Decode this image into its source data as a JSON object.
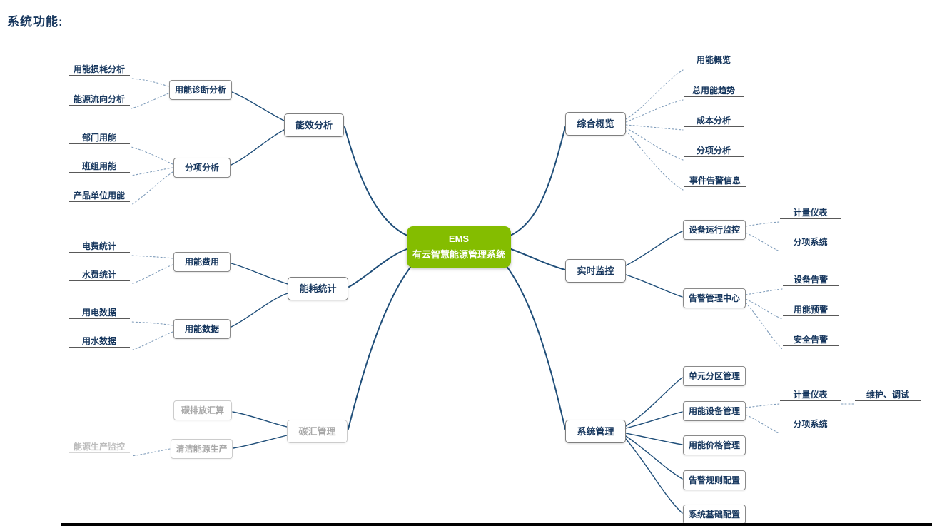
{
  "page": {
    "title": "系统功能:"
  },
  "colors": {
    "center_bg": "#84BD00",
    "center_text": "#FFFFFF",
    "node_text": "#17375E",
    "edge_solid": "#1F4E79",
    "edge_dotted": "#7F9CBA",
    "disabled_text": "#A8A8A8"
  },
  "center": {
    "line1": "EMS",
    "line2": "有云智慧能源管理系统"
  },
  "nodes": {
    "energy_efficiency": {
      "label": "能效分析"
    },
    "diagnosis": {
      "label": "用能诊断分析"
    },
    "loss_analysis": {
      "label": "用能损耗分析"
    },
    "flow_analysis": {
      "label": "能源流向分析"
    },
    "subitem_left": {
      "label": "分项分析"
    },
    "dept_energy": {
      "label": "部门用能"
    },
    "team_energy": {
      "label": "班组用能"
    },
    "product_energy": {
      "label": "产品单位用能"
    },
    "consumption_stats": {
      "label": "能耗统计"
    },
    "energy_cost": {
      "label": "用能费用"
    },
    "elec_fee": {
      "label": "电费统计"
    },
    "water_fee": {
      "label": "水费统计"
    },
    "energy_data": {
      "label": "用能数据"
    },
    "elec_data": {
      "label": "用电数据"
    },
    "water_data": {
      "label": "用水数据"
    },
    "carbon_mgmt": {
      "label": "碳汇管理"
    },
    "carbon_calc": {
      "label": "碳排放汇算"
    },
    "clean_energy": {
      "label": "清洁能源生产"
    },
    "prod_monitor": {
      "label": "能源生产监控"
    },
    "overview": {
      "label": "综合概览"
    },
    "energy_overview": {
      "label": "用能概览"
    },
    "total_trend": {
      "label": "总用能趋势"
    },
    "cost_analysis": {
      "label": "成本分析"
    },
    "subitem_right": {
      "label": "分项分析"
    },
    "event_alarm": {
      "label": "事件告警信息"
    },
    "realtime": {
      "label": "实时监控"
    },
    "device_monitor": {
      "label": "设备运行监控"
    },
    "meter_1": {
      "label": "计量仪表"
    },
    "subsystem_1": {
      "label": "分项系统"
    },
    "alarm_center": {
      "label": "告警管理中心"
    },
    "device_alarm": {
      "label": "设备告警"
    },
    "energy_warning": {
      "label": "用能预警"
    },
    "safety_alarm": {
      "label": "安全告警"
    },
    "system_mgmt": {
      "label": "系统管理"
    },
    "unit_partition": {
      "label": "单元分区管理"
    },
    "device_mgmt": {
      "label": "用能设备管理"
    },
    "meter_2": {
      "label": "计量仪表"
    },
    "maintenance": {
      "label": "维护、调试"
    },
    "subsystem_2": {
      "label": "分项系统"
    },
    "price_mgmt": {
      "label": "用能价格管理"
    },
    "alarm_rules": {
      "label": "告警规则配置"
    },
    "basic_config": {
      "label": "系统基础配置"
    }
  }
}
